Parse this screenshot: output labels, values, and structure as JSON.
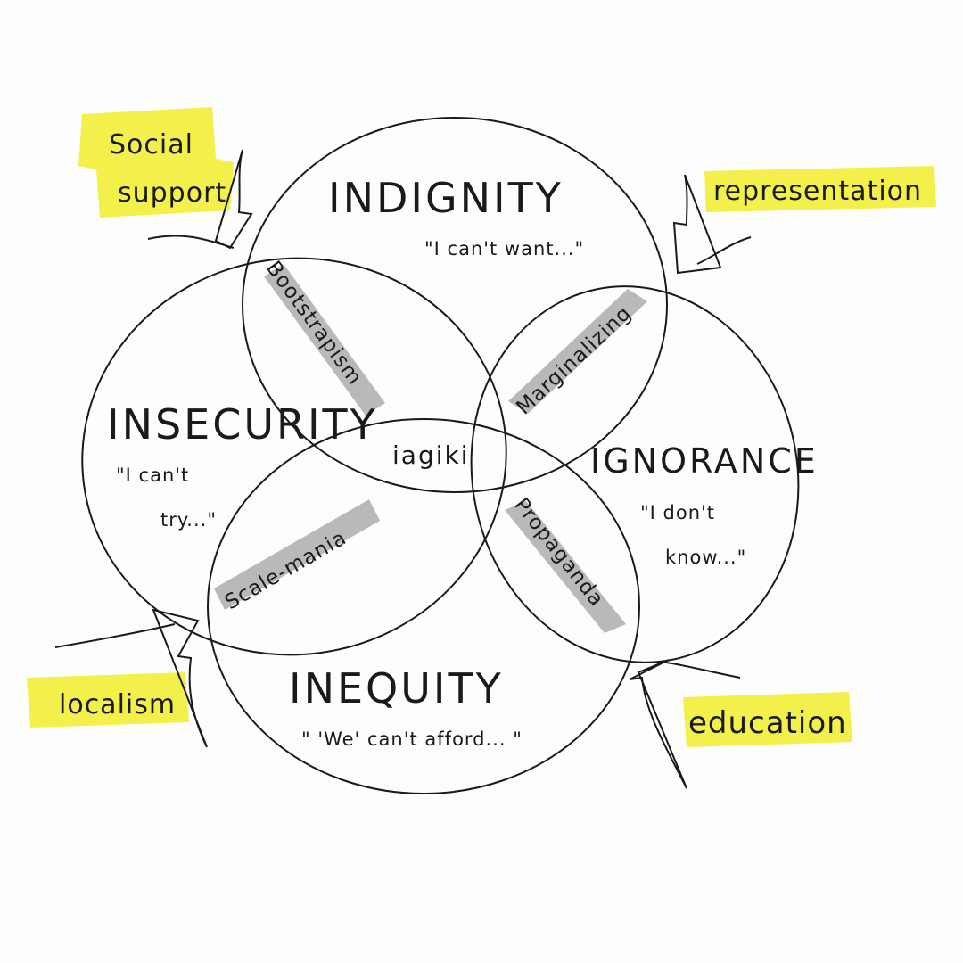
{
  "colors": {
    "highlight_yellow": "#f3f04b",
    "highlight_gray": "#b9b9b9",
    "ink": "#1a1a1a",
    "paper": "#fdfdfb"
  },
  "circles": {
    "indignity": {
      "title": "INDIGNITY",
      "quote": "\"I can't want...\""
    },
    "insecurity": {
      "title": "INSECURITY",
      "quote_line1": "\"I can't",
      "quote_line2": "try...\""
    },
    "ignorance": {
      "title": "IGNORANCE",
      "quote_line1": "\"I don't",
      "quote_line2": "know...\""
    },
    "inequity": {
      "title": "INEQUITY",
      "quote": "\" 'We' can't afford... \""
    }
  },
  "overlaps": {
    "top_left": "Bootstrapism",
    "top_right": "Marginalizing",
    "bottom_left": "Scale-mania",
    "bottom_right": "Propaganda",
    "center": "iagiki"
  },
  "levers": {
    "top_left_line1": "Social",
    "top_left_line2": "support",
    "top_right": "representation",
    "bottom_left": "localism",
    "bottom_right": "education"
  }
}
